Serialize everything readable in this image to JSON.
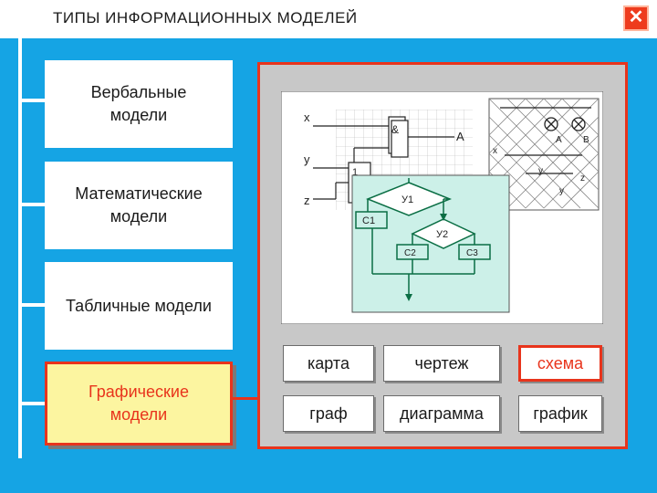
{
  "title": "ТИПЫ ИНФОРМАЦИОННЫХ МОДЕЛЕЙ",
  "close_glyph": "✕",
  "models": {
    "verbal": "Вербальные модели",
    "math": "Математические модели",
    "table": "Табличные модели",
    "graphic": "Графические модели"
  },
  "types": {
    "map": "карта",
    "drawing": "чертеж",
    "scheme": "схема",
    "graph": "граф",
    "diagram": "диаграмма",
    "plot": "график"
  },
  "diagram_labels": {
    "x": "x",
    "y": "y",
    "z": "z",
    "and": "&",
    "or": "1",
    "out_a": "A",
    "out_b": "B",
    "y1": "У1",
    "y2": "У2",
    "c1": "С1",
    "c2": "С2",
    "c3": "С3",
    "ybar": "y"
  },
  "colors": {
    "background": "#15a4e4",
    "accent": "#e8341c",
    "highlight": "#fcf5a0"
  }
}
